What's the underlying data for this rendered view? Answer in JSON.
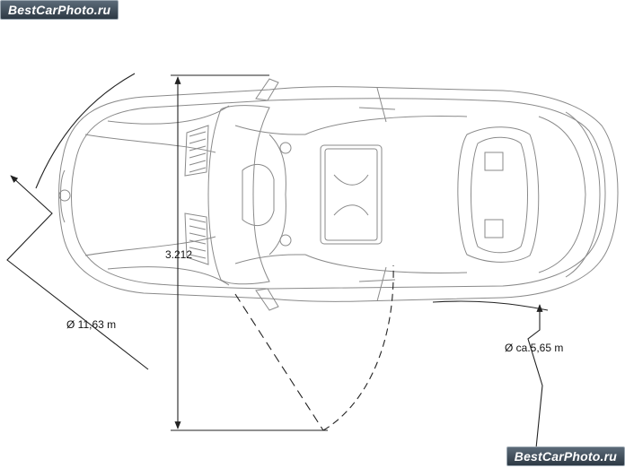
{
  "watermark": {
    "top": "BestCarPhoto.ru",
    "bottom": "BestCarPhoto.ru"
  },
  "dimensions": {
    "width_value": "3.212",
    "turning_circle": "Ø 11,63 m",
    "sweep_circle": "Ø ca.5,65 m"
  },
  "colors": {
    "line": "#222222",
    "car_outline": "#8a8a8a",
    "background": "#ffffff"
  }
}
